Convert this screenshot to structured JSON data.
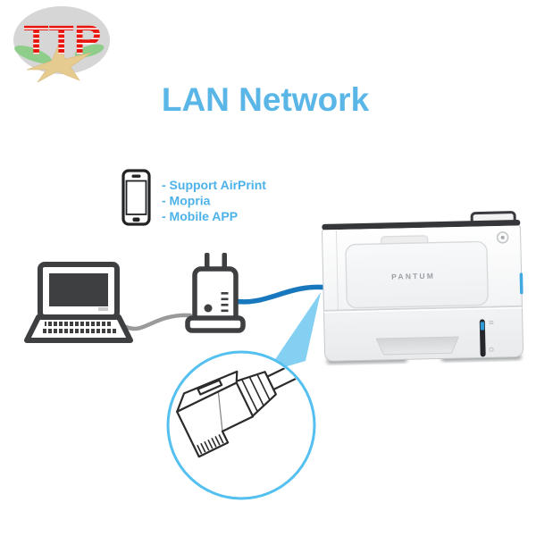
{
  "logo": {
    "text": "TTP"
  },
  "title": {
    "text": "LAN Network"
  },
  "features": [
    "- Support AirPrint",
    "- Mopria",
    "- Mobile APP"
  ],
  "printer": {
    "brand": "PANTUM"
  },
  "colors": {
    "title_blue": "#5bb6e8",
    "feature_blue": "#4db2e8",
    "cable_blue": "#1878be",
    "cable_gray": "#9a9a9a",
    "outline_dark": "#3e3f41",
    "callout_border": "#54c0f0",
    "callout_wedge": "#84d0f2",
    "logo_red": "#e8150d",
    "logo_green": "#8ecd8a",
    "logo_tan": "#e6cb90",
    "brand_gray": "#9aa0a6"
  },
  "icons": {
    "logo": "ttp-logo",
    "phone": "smartphone-icon",
    "laptop": "laptop-icon",
    "router": "router-icon",
    "printer": "printer-illustration",
    "connector": "rj45-ethernet-connector-icon",
    "magnifier": "magnifier-callout-circle"
  }
}
